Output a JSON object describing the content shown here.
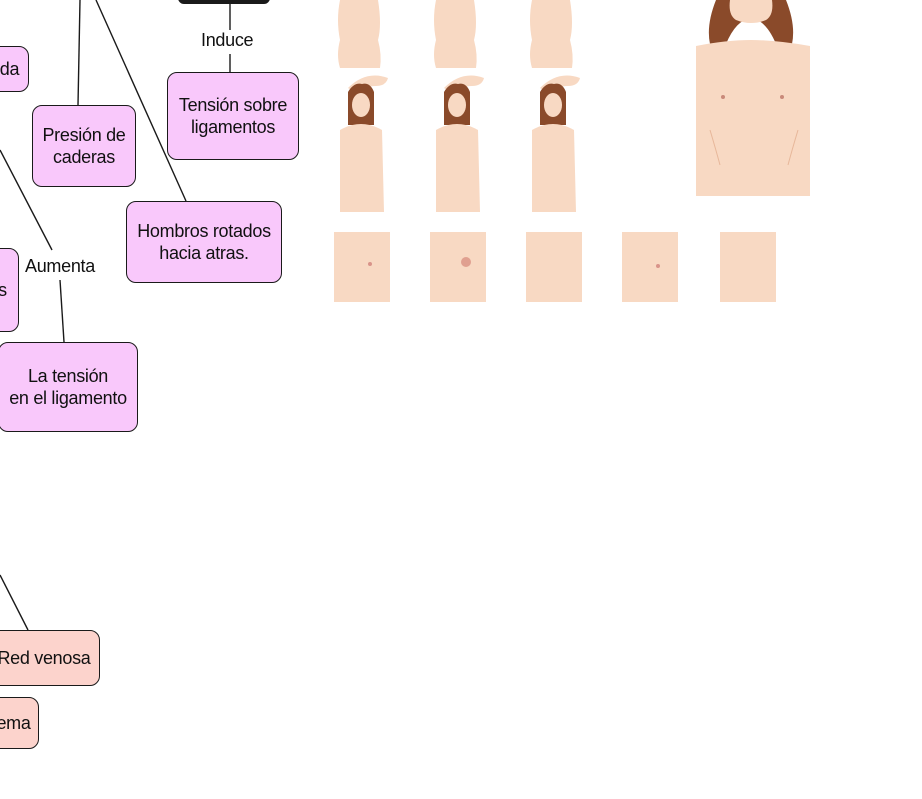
{
  "concept_map": {
    "nodes": {
      "node_da": "da",
      "presion_line1": "Presión de",
      "presion_line2": "caderas",
      "tension_line1": "Tensión sobre",
      "tension_line2": "ligamentos",
      "hombros_line1": "Hombros rotados",
      "hombros_line2": "hacia atras.",
      "node_s": "s",
      "la_tension_line1": "La tensión",
      "la_tension_line2": "en el ligamento",
      "red_venosa": "Red venosa",
      "ema": "ema"
    },
    "link_labels": {
      "induce": "Induce",
      "aumenta": "Aumenta"
    }
  },
  "illustration": {
    "description_icon": "breast-self-exam-illustration",
    "skin_color": "#f8d9c3",
    "hair_color": "#8a4a2a"
  },
  "colors": {
    "pink_node": "#f9c8fb",
    "salmon_node": "#fcd3cc",
    "border": "#1a1a1a"
  }
}
